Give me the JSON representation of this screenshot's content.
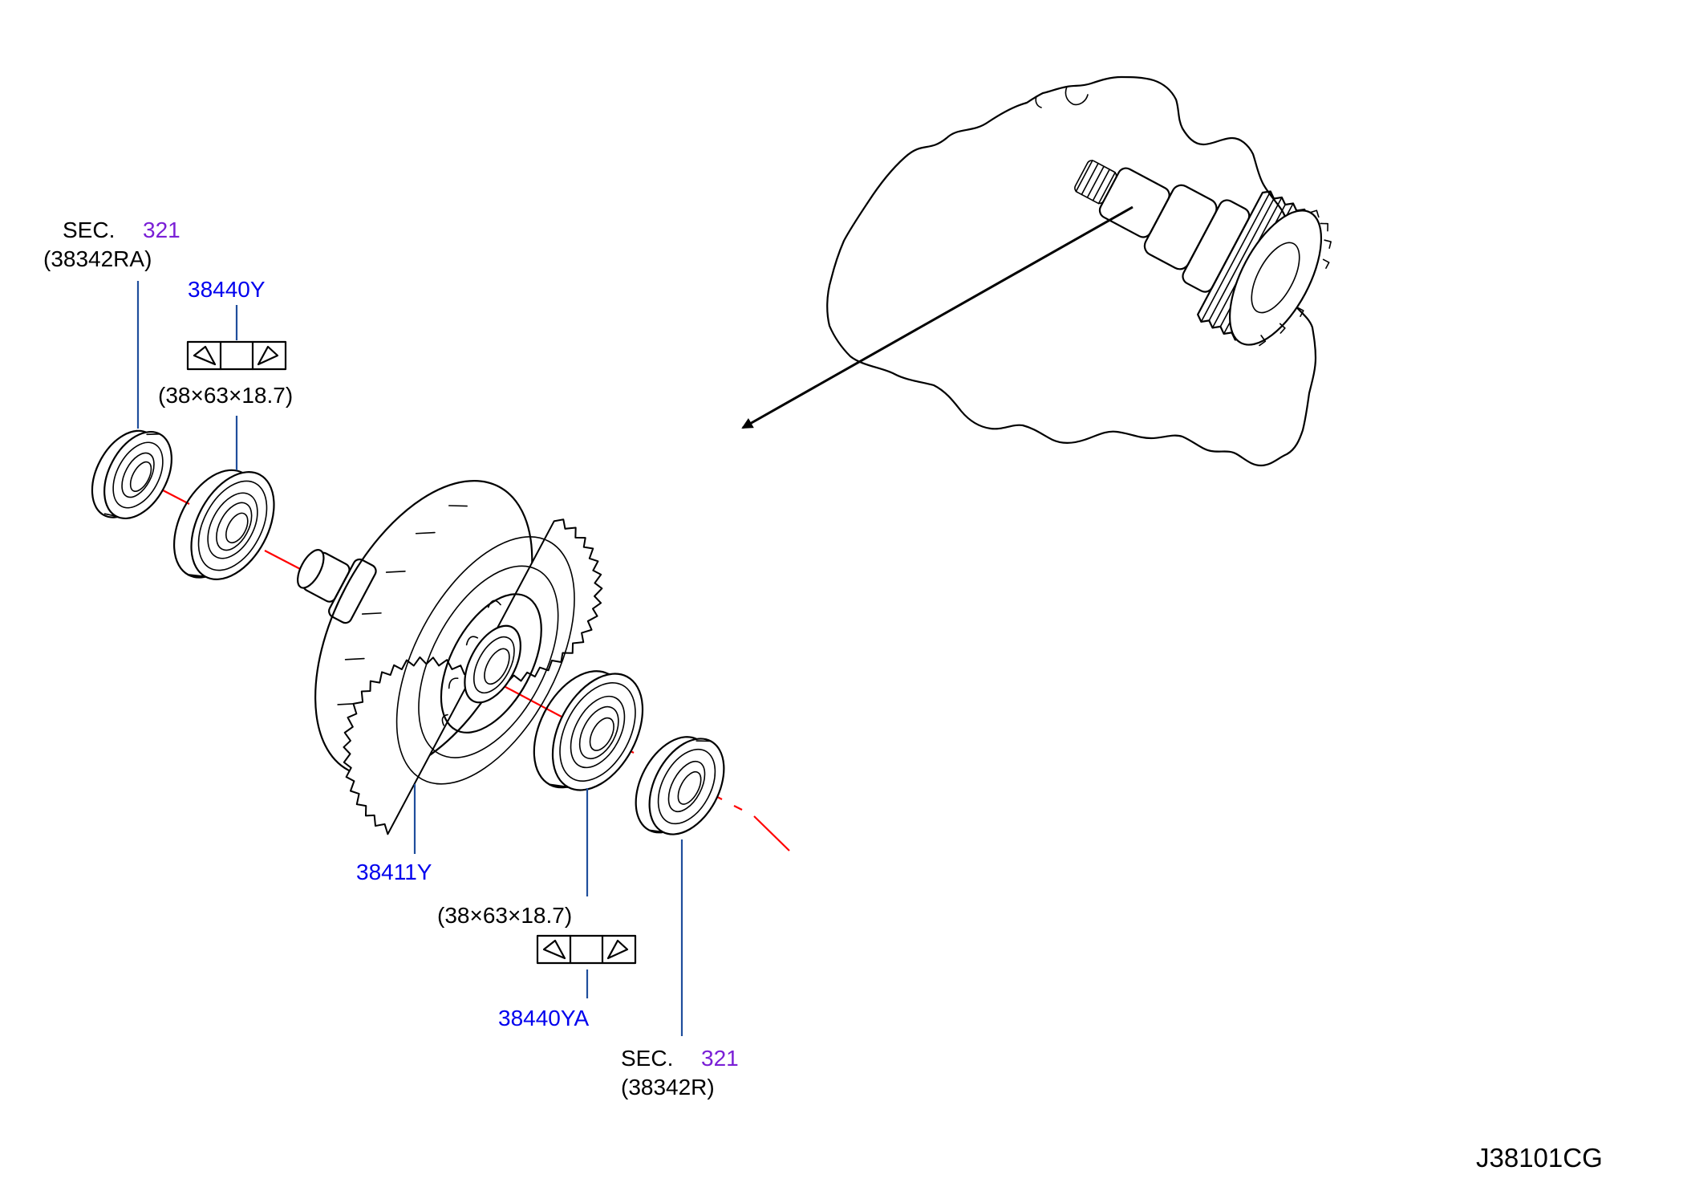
{
  "labels": {
    "sec_top": {
      "prefix": "SEC.",
      "link": "321",
      "ref": "(38342RA)"
    },
    "bearing_top": {
      "part": "38440Y",
      "dims": "(38×63×18.7)"
    },
    "gear": {
      "part": "38411Y"
    },
    "bearing_bottom": {
      "part": "38440YA",
      "dims": "(38×63×18.7)"
    },
    "sec_bottom": {
      "prefix": "SEC.",
      "link": "321",
      "ref": "(38342R)"
    }
  },
  "diagram_code": "J38101CG",
  "colors": {
    "part_number": "#0000ee",
    "section_link": "#7a1fd6",
    "leader_line": "#1f4e9c",
    "center_axis": "#ff0000"
  }
}
